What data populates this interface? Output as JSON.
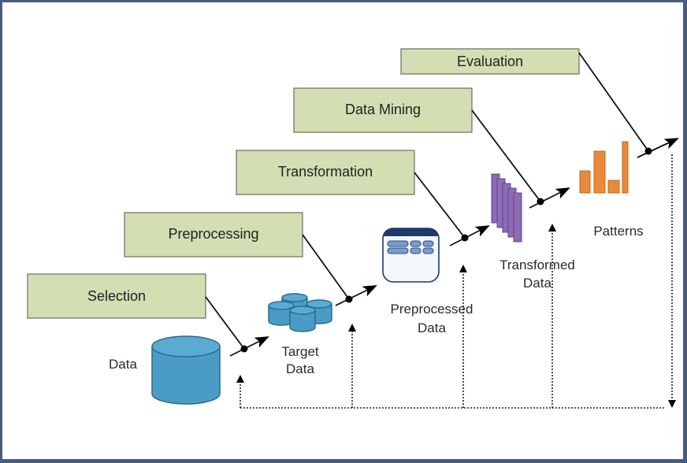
{
  "title": "Knowledge Discovery in Databases (KDD) Process",
  "stages": [
    {
      "id": "selection",
      "label": "Selection"
    },
    {
      "id": "preprocessing",
      "label": "Preprocessing"
    },
    {
      "id": "transformation",
      "label": "Transformation"
    },
    {
      "id": "data-mining",
      "label": "Data Mining"
    },
    {
      "id": "evaluation",
      "label": "Evaluation"
    }
  ],
  "artifacts": [
    {
      "id": "data",
      "lines": [
        "Data"
      ],
      "icon": "database-cylinder-icon",
      "color": "#4a9cc6"
    },
    {
      "id": "target-data",
      "lines": [
        "Target",
        "Data"
      ],
      "icon": "database-cluster-icon",
      "color": "#4a9cc6"
    },
    {
      "id": "preprocessed-data",
      "lines": [
        "Preprocessed",
        "Data"
      ],
      "icon": "data-table-icon",
      "color": "#1d3a6b"
    },
    {
      "id": "transformed-data",
      "lines": [
        "Transformed",
        "Data"
      ],
      "icon": "stacked-layers-icon",
      "color": "#8e6bb5"
    },
    {
      "id": "patterns",
      "lines": [
        "Patterns"
      ],
      "icon": "bar-chart-icon",
      "color": "#e88a3a"
    }
  ],
  "feedback_loop": "dotted-feedback-lines"
}
